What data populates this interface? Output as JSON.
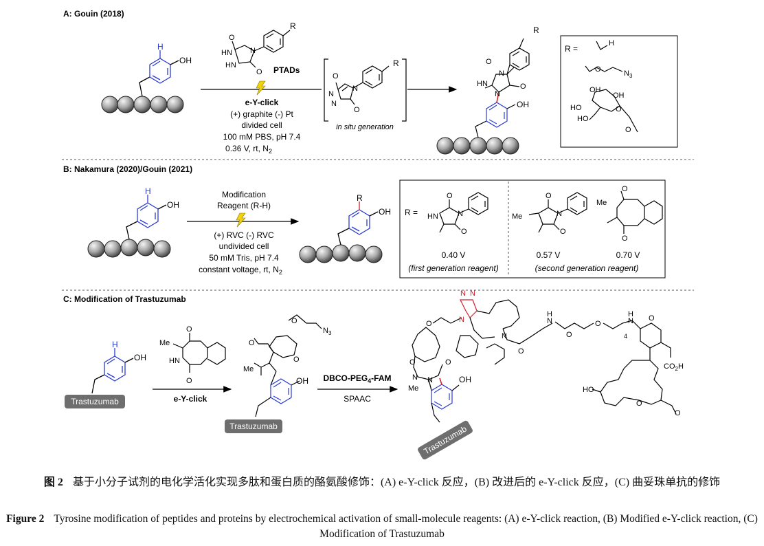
{
  "panelA": {
    "title": "A: Gouin (2018)",
    "oh": "OH",
    "h": "H",
    "r": "R",
    "reagent": "PTADs",
    "method": "e-Y-click",
    "cond1": "(+) graphite (-) Pt",
    "cond2": "divided cell",
    "cond3": "100 mM PBS, pH 7.4",
    "cond4_main": "0.36 V, rt, N",
    "cond4_sub": "2",
    "insitu": "in situ generation",
    "o": "O",
    "n": "N",
    "hn": "HN",
    "nh": "HN",
    "rdef": "R =",
    "n3": "N",
    "n3sub": "3",
    "ho": "HO"
  },
  "panelB": {
    "title": "B: Nakamura (2020)/Gouin (2021)",
    "reagent1": "Modification",
    "reagent2": "Reagent (R-H)",
    "cond1": "(+) RVC (-) RVC",
    "cond2": "undivided cell",
    "cond3": "50 mM Tris, pH 7.4",
    "cond4_main": "constant voltage, rt, N",
    "cond4_sub": "2",
    "rdef": "R =",
    "me": "Me",
    "v1": "0.40 V",
    "v2": "0.57 V",
    "v3": "0.70 V",
    "gen1": "(first generation reagent)",
    "gen2": "(second generation reagent)"
  },
  "panelC": {
    "title": "C:  Modification of Trastuzumab",
    "protein": "Trastuzumab",
    "method": "e-Y-click",
    "reagent_main": "DBCO-PEG",
    "reagent_sub": "4",
    "reagent_tail": "-FAM",
    "spaac": "SPAAC",
    "co2h": "CO",
    "co2h_sub": "2",
    "co2h_tail": "H",
    "four": "4",
    "nh": "H"
  },
  "caption": {
    "zh_label": "图 2",
    "zh_text": "基于小分子试剂的电化学活化实现多肽和蛋白质的酪氨酸修饰：(A) e-Y-click 反应，(B) 改进后的 e-Y-click 反应，(C) 曲妥珠单抗的修饰",
    "en_label": "Figure 2",
    "en_text": "Tyrosine modification of peptides and proteins by electrochemical activation of small-molecule reagents: (A) e-Y-click reaction, (B) Modified e-Y-click reaction, (C) Modification of Trastuzumab"
  },
  "colors": {
    "tyrosine_blue": "#2b3bd0",
    "new_bond_red": "#d0202a",
    "bolt_yellow": "#f2d20a",
    "bead_gray": "#9a9a9a",
    "protein_tag": "#6e6e6e"
  }
}
